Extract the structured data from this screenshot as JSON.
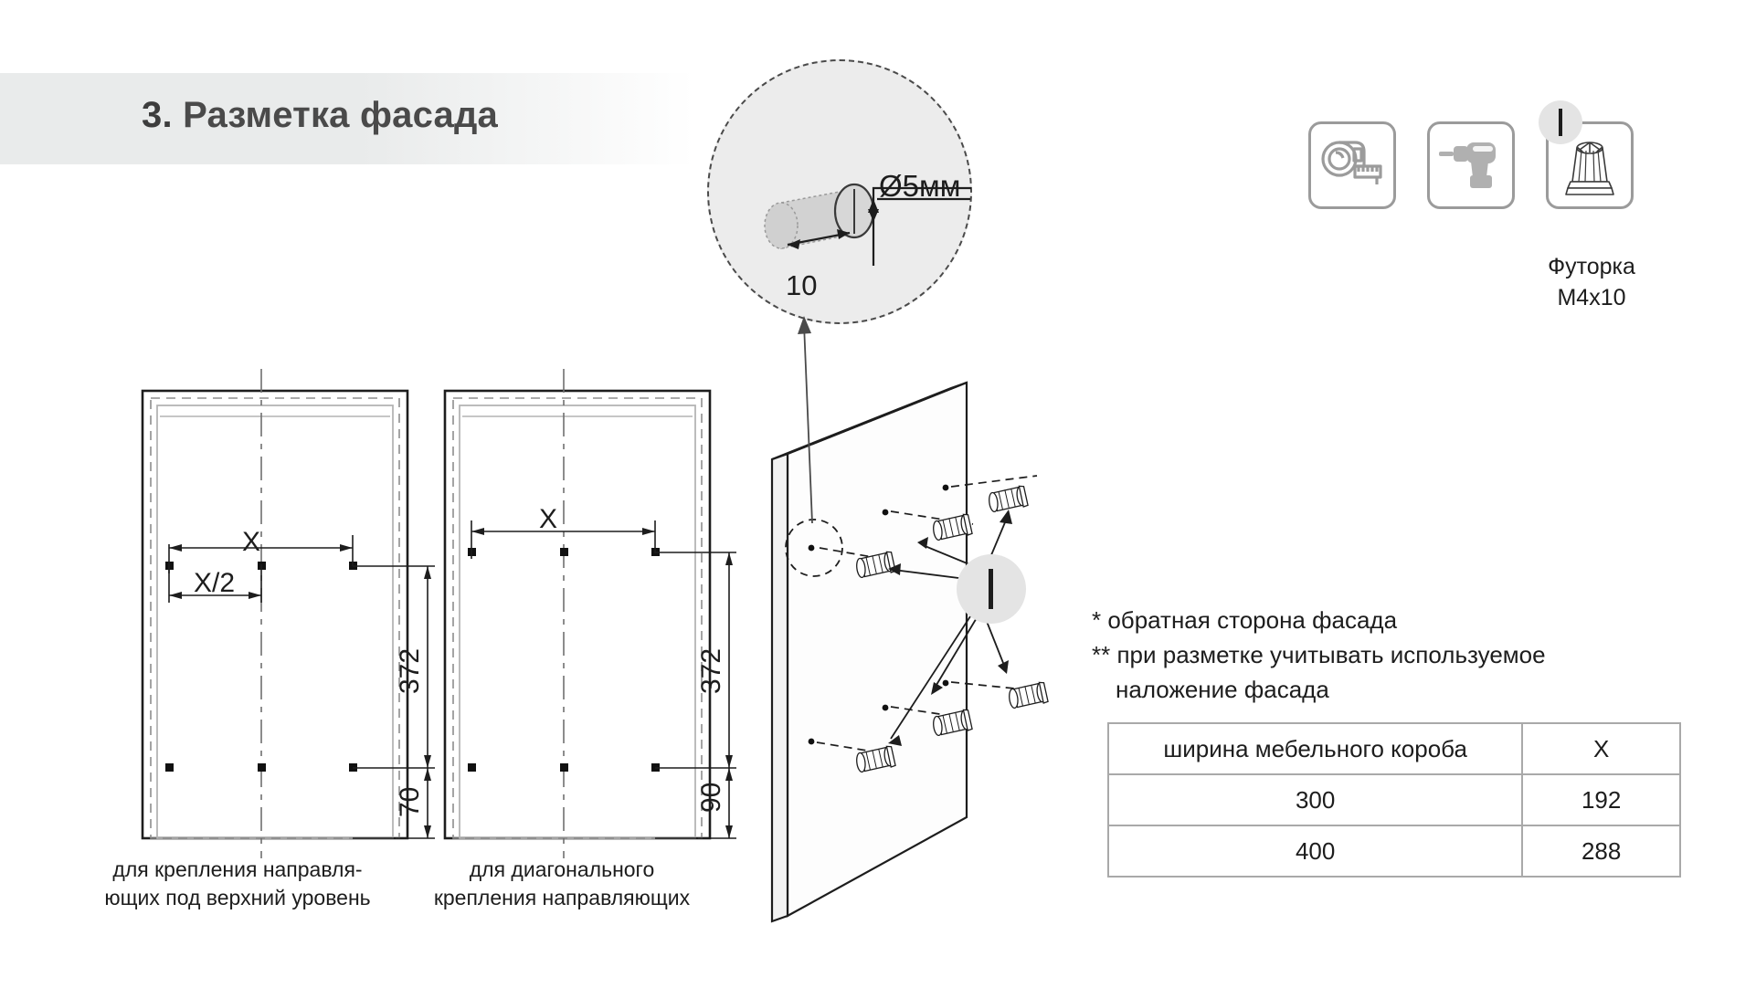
{
  "header": {
    "step_number": "3.",
    "title": "Разметка фасада"
  },
  "detail": {
    "diameter_label": "Ø5мм",
    "depth_label": "10"
  },
  "tools": {
    "tape_measure": "tape-measure-icon",
    "drill": "drill-icon",
    "insert": "threaded-insert-icon",
    "badge_label": "I",
    "insert_name": "Футорка",
    "insert_size": "M4x10"
  },
  "cabinets": {
    "left": {
      "dim_x": "X",
      "dim_x_half": "X/2",
      "dim_vertical_top": "372",
      "dim_vertical_bottom": "70",
      "caption_line1": "для крепления направля-",
      "caption_line2": "ющих под верхний уровень"
    },
    "right": {
      "dim_x": "X",
      "dim_vertical_top": "372",
      "dim_vertical_bottom": "90",
      "caption_line1": "для диагонального",
      "caption_line2": "крепления направляющих"
    }
  },
  "panel": {
    "badge_label": "I",
    "insert_count": 6
  },
  "notes": [
    "* обратная сторона фасада",
    "** при разметке учитывать используемое",
    "наложение фасада"
  ],
  "table": {
    "header": [
      "ширина мебельного короба",
      "X"
    ],
    "rows": [
      [
        "300",
        "192"
      ],
      [
        "400",
        "288"
      ]
    ]
  },
  "colors": {
    "banner_start": "#e9ebeb",
    "line": "#1d1d1d",
    "tool_outline": "#9b9b9b",
    "table_border": "#a9a9a9",
    "detail_fill": "#ececec"
  }
}
